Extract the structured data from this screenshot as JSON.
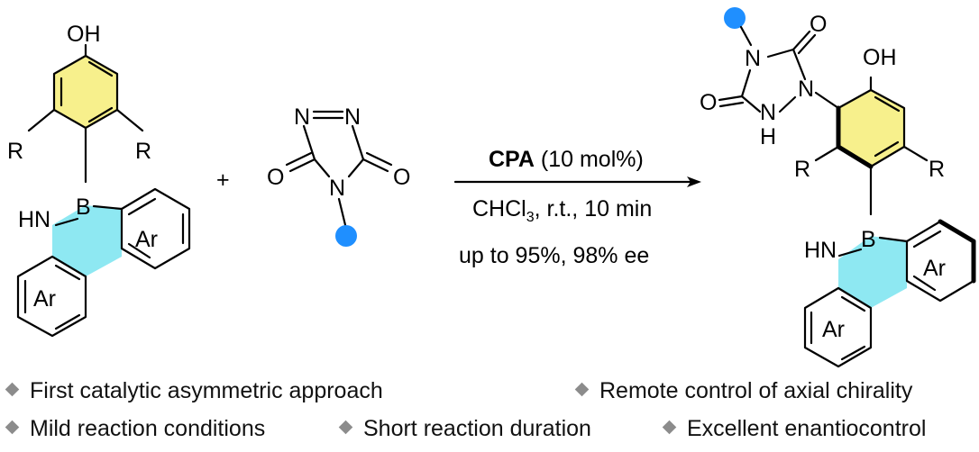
{
  "colors": {
    "ring_yellow": "#f7f08c",
    "ring_cyan": "#8ee8f2",
    "r_purple": "#8e2a9a",
    "ar_red": "#e8191c",
    "ar_green": "#1f7a3a",
    "substituent_blue": "#1f8fff",
    "bullet_gray": "#8c8c8c"
  },
  "reactant1": {
    "oh": "OH",
    "r_left": "R",
    "r_right": "R",
    "hn": "HN",
    "b": "B",
    "ar_upper": "Ar",
    "ar_lower": "Ar"
  },
  "plus": "+",
  "reactant2": {
    "n1": "N",
    "n2": "N",
    "n4": "N",
    "o_left": "O",
    "o_right": "O",
    "eq": "="
  },
  "conditions": {
    "catalyst": "CPA",
    "loading": " (10 mol%)",
    "solvent_main": "CHCl",
    "solvent_sub": "3",
    "solvent_rest": ", r.t., 10 min",
    "yield": "up to 95%, 98% ee"
  },
  "product": {
    "n_top": "N",
    "n_right": "N",
    "nh_n": "N",
    "nh_h": "H",
    "o_top": "O",
    "o_left": "O",
    "oh": "OH",
    "r_left": "R",
    "r_right": "R",
    "hn": "HN",
    "b": "B",
    "ar_upper": "Ar",
    "ar_lower": "Ar"
  },
  "bullets": [
    "First catalytic asymmetric approach",
    "Remote control of axial chirality",
    "Mild reaction conditions",
    "Short reaction duration",
    "Excellent enantiocontrol"
  ]
}
